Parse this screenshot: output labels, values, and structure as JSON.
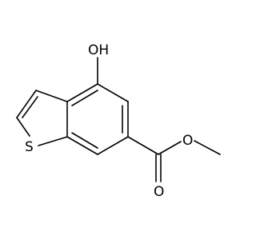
{
  "molecule": {
    "atoms": {
      "hydroxyl": "OH",
      "sulfur": "S",
      "carbonyl_oxygen": "O",
      "ester_oxygen": "O"
    },
    "colors": {
      "bond": "#000000",
      "label": "#000000",
      "background": "#ffffff"
    }
  }
}
